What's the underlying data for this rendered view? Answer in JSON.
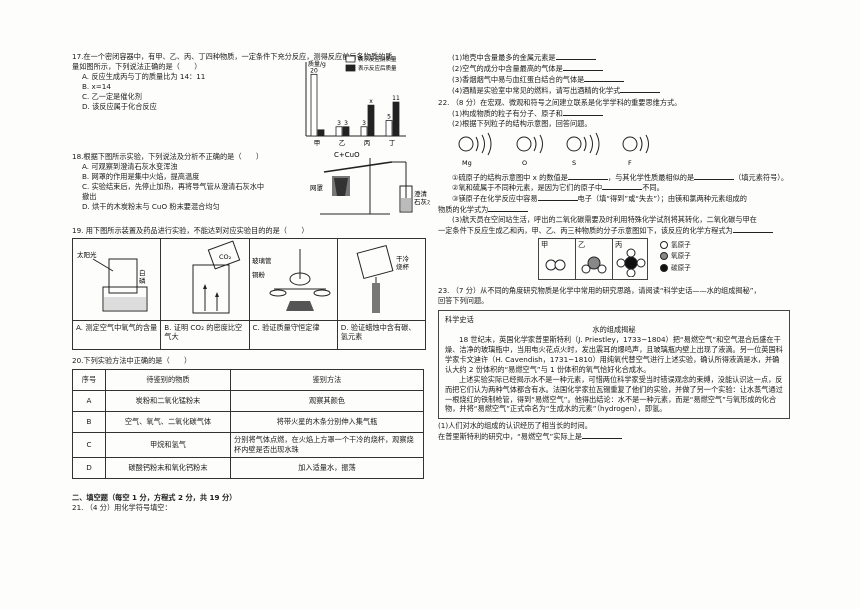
{
  "q17": {
    "stem1": "17.在一个密闭容器中，有甲、乙、丙、丁四种物质，一定条件下充分反应，测得反应前后各物质的质",
    "stem2": "量如图所示，下列说法正确的是（　　）",
    "a": "A. 反应生成丙与丁的质量比为 14：11",
    "b": "B. x=14",
    "c": "C. 乙一定是催化剂",
    "d": "D. 该反应属于化合反应"
  },
  "chart_data": {
    "type": "bar",
    "ylabel": "质量/g",
    "categories": [
      "甲",
      "乙",
      "丙",
      "丁"
    ],
    "series": [
      {
        "name": "表示反应前质量",
        "values": [
          20,
          3,
          3,
          5
        ]
      },
      {
        "name": "表示反应后质量",
        "values": [
          2,
          3,
          10,
          11
        ]
      }
    ],
    "labels_before": [
      "20",
      "3",
      "3",
      "5"
    ],
    "labels_after": [
      "",
      "3",
      "x",
      "11"
    ],
    "ylim": [
      0,
      24
    ],
    "colors": {
      "before": "#ffffff",
      "after": "#222222"
    }
  },
  "q18": {
    "stem": "18.根据下图所示实验，下列说法及分析不正确的是（　　）",
    "a": "A. 可观察到澄清石灰水变浑浊",
    "b": "B. 网罩的作用是集中火焰，提高温度",
    "c": "C. 实验结束后，先停止加热，再将导气管从澄清石灰水中",
    "c2": "撤出",
    "d": "D. 烘干的木炭粉末与 CuO 粉末要混合均匀",
    "fig_formula": "C+CuO",
    "fig_label1": "网罩",
    "fig_label2": "澄清",
    "fig_label3": "石灰水"
  },
  "q19": {
    "stem": "19. 用下图所示装置及药品进行实验，不能达到对应实验目的的是（　　）",
    "figs": {
      "sun": "太阳光",
      "white": "白",
      "phos": "磷",
      "co2": "CO₂",
      "glass1": "玻璃管",
      "glass2": "铜粉",
      "dry1": "干冷",
      "dry2": "烧杯"
    },
    "a": "A. 测定空气中氧气的含量",
    "b": "B. 证明 CO₂ 的密度比空气大",
    "c": "C. 验证质量守恒定律",
    "d": "D. 验证蜡烛中含有碳、氢元素"
  },
  "q20": {
    "stem": "20.下列实验方法中正确的是（　　）",
    "headers": [
      "序号",
      "待鉴别的物质",
      "鉴别方法"
    ],
    "rows": [
      [
        "A",
        "炭粉和二氧化锰粉末",
        "观察其颜色"
      ],
      [
        "B",
        "空气、氧气、二氧化碳气体",
        "将带火星的木条分别伸入集气瓶"
      ],
      [
        "C",
        "甲烷和氢气",
        "分别将气体点燃，在火焰上方罩一个干冷的烧杯，观察烧杯内壁是否出现水珠"
      ],
      [
        "D",
        "碳酸钙粉末和氧化钙粉末",
        "加入适量水，振荡"
      ]
    ]
  },
  "part2": {
    "title": "二、填空题（每空 1 分，方程式 2 分，共 19 分）",
    "q21": "21. （4 分）用化学符号填空："
  },
  "right": {
    "r1": "(1)地壳中含量最多的金属元素是",
    "r2": "(2)空气的成分中含量最高的气体是",
    "r3": "(3)香烟烟气中易与血红蛋白结合的气体是",
    "r4": "(4)酒精是实验室中常见的燃料，请写出酒精的化学式",
    "q22": "22. （8 分）在宏观、微观和符号之间建立联系是化学学科的重要思维方式。",
    "q22_1": "(1)构成物质的粒子有分子、原子和",
    "q22_2": "(2)根据下列粒子的结构示意图，回答问题。",
    "atoms": [
      "Mg",
      "O",
      "S",
      "F"
    ],
    "a1": "①硫原子的结构示意图中 x 的数值是",
    "a1b": "，与其化学性质最相似的是",
    "a1c": "（填元素符号）。",
    "a2": "②氧和硫属于不同种元素，是因为它们的原子中",
    "a2b": "不同。",
    "a3": "③镁原子在化学反应中容易",
    "a3b": "电子（填“得到”或“失去”）；由镁和氯两种元素组成的",
    "a3c": "物质的化学式为",
    "q22_3": "(3)航天员在空间站生活，呼出的二氧化碳需要及时利用特殊化学试剂将其转化，二氧化碳与甲在",
    "q22_3b": "一定条件下反应生成乙和丙，甲、乙、丙三种物质的分子示意图如下，该反应的化学方程式为",
    "mol_heads": [
      "甲",
      "乙",
      "丙"
    ],
    "legend": [
      "氢原子",
      "氧原子",
      "碳原子"
    ],
    "q23": "23. （7 分）从不同的角度研究物质是化学中常用的研究思路，请阅读“科学史话——水的组成揭秘”，",
    "q23b": "回答下列问题。",
    "box_tag": "科学史话",
    "box_title": "水的组成揭秘",
    "box_p1": "18 世纪末，英国化学家普里斯特利（J. Priestley，1733~1804）把“易燃空气”和空气混合后盛在干燥、洁净的玻璃瓶中，当用电火花点火时，发出震耳的爆鸣声，且玻璃瓶内壁上出现了液滴。另一位英国科学家卡文迪许（H. Cavendish，1731~1810）用纯氧代替空气进行上述实验，确认所得液滴是水，并确认大约 2 份体积的“易燃空气”与 1 份体积的氧气恰好化合成水。",
    "box_p2": "上述实验实际已经揭示水不是一种元素，可惜两位科学家受当时错误观念的束缚，没能认识这一点，反而把它们认为两种气体都含有水。法国化学家拉瓦锡重复了他们的实验，并做了另一个实验：让水蒸气通过一根烧红的铁制枪管，得到“易燃空气”。他得出结论：水不是一种元素，而是“易燃空气”与氧形成的化合物，并将“易燃空气”正式命名为“生成水的元素”（hydrogen），即氢。",
    "q23_1": "(1)人们对水的组成的认识经历了相当长的时间。",
    "q23_2": "在普里斯特利的研究中，“易燃空气”实际上是"
  }
}
